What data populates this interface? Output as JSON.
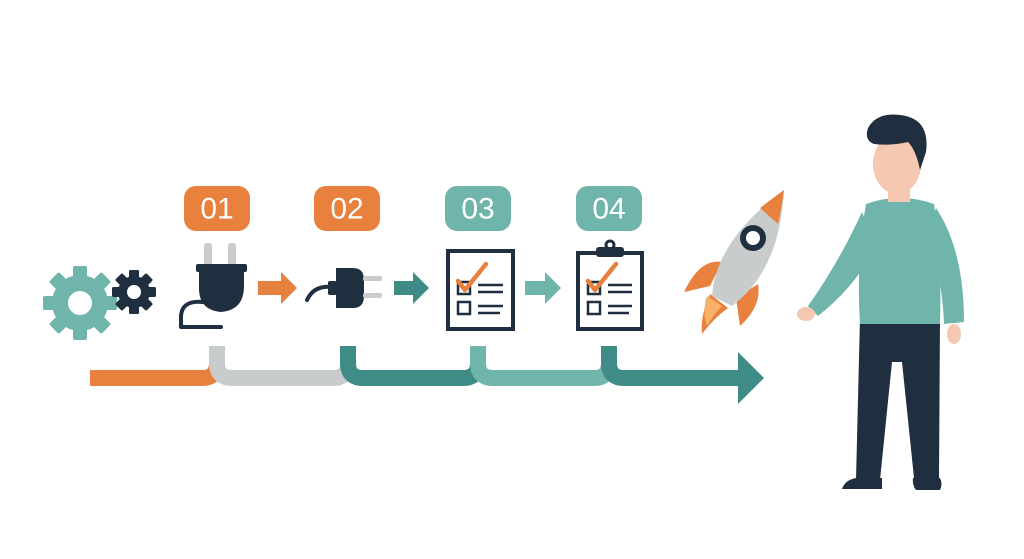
{
  "steps": [
    {
      "number": "01",
      "icon": "plug-icon",
      "color": "#e8813e"
    },
    {
      "number": "02",
      "icon": "plug-connector-icon",
      "color": "#e8813e"
    },
    {
      "number": "03",
      "icon": "checklist-icon",
      "color": "#6fb5ab"
    },
    {
      "number": "04",
      "icon": "clipboard-checklist-icon",
      "color": "#6fb5ab"
    }
  ],
  "icons": {
    "start": "gears-icon",
    "finish": "rocket-icon",
    "person": "person-figure"
  },
  "colors": {
    "orange": "#e8813e",
    "teal": "#6fb5ab",
    "dark_teal": "#3f8b86",
    "navy": "#1f2f3f",
    "gray": "#c9cccc",
    "skin": "#f5c8b2",
    "white": "#ffffff"
  }
}
